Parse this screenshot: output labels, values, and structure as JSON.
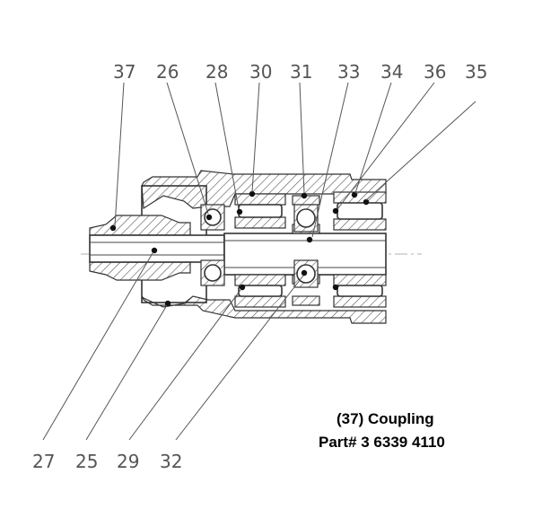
{
  "callouts_top": [
    "37",
    "26",
    "28",
    "30",
    "31",
    "33",
    "34",
    "36",
    "35"
  ],
  "callouts_bottom": [
    "27",
    "25",
    "29",
    "32"
  ],
  "caption": {
    "line1": "(37) Coupling",
    "line2": "Part# 3 6339 4110"
  },
  "colors": {
    "ink": "#333333",
    "callout_text": "#555555",
    "caption_text": "#000000",
    "background": "#ffffff"
  }
}
